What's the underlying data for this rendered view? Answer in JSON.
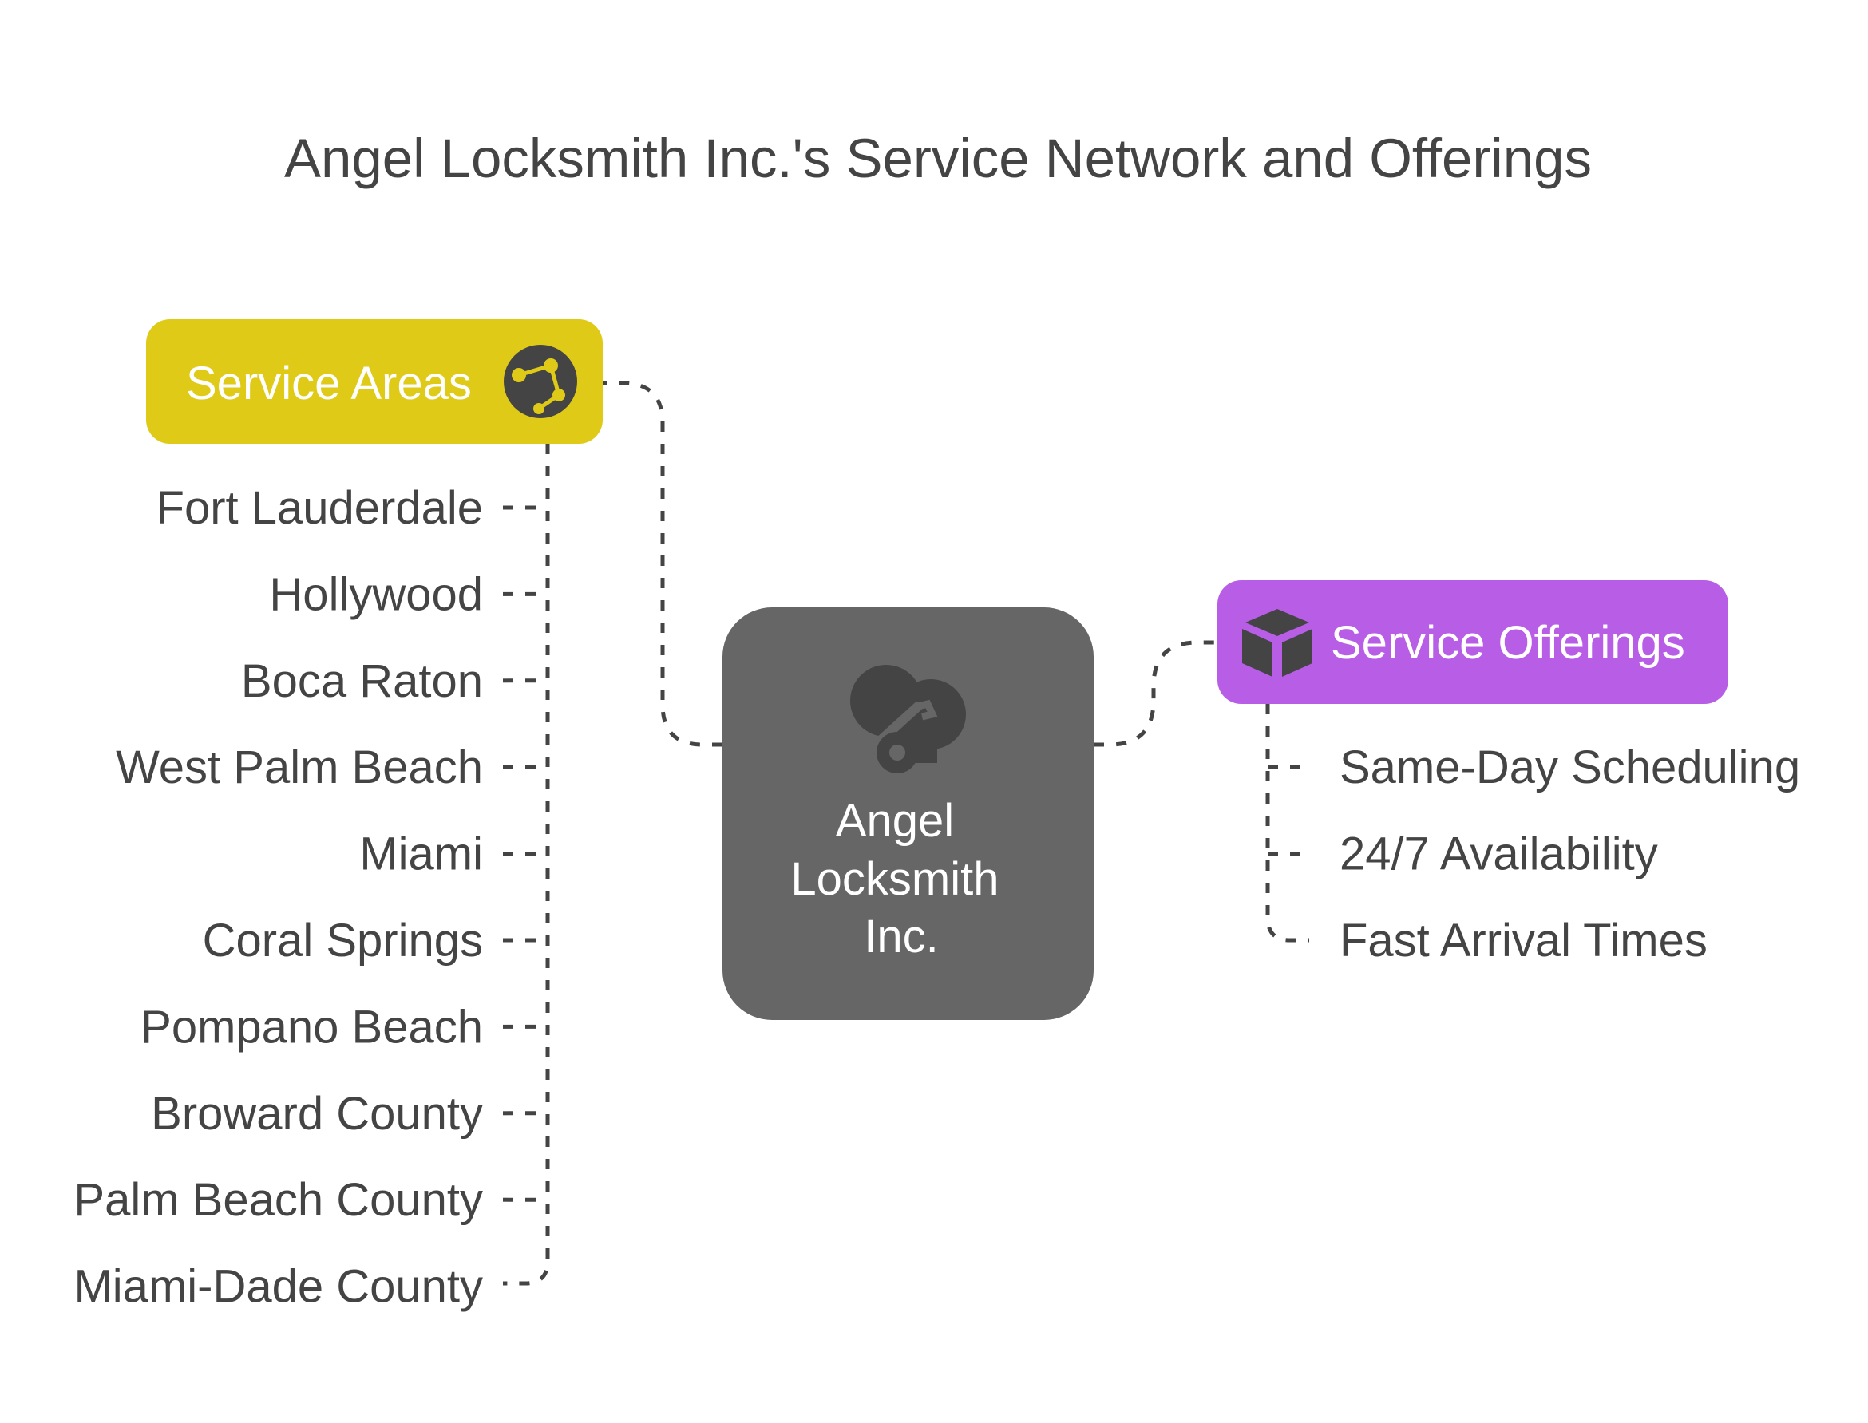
{
  "title": "Angel Locksmith Inc.'s Service Network and Offerings",
  "center": {
    "lines": [
      "Angel",
      "Locksmith",
      "Inc."
    ],
    "color": "#666666",
    "icon": "key-icon"
  },
  "service_areas": {
    "label": "Service Areas",
    "color": "#dfca18",
    "icon": "network-globe-icon",
    "items": [
      "Fort Lauderdale",
      "Hollywood",
      "Boca Raton",
      "West Palm Beach",
      "Miami",
      "Coral Springs",
      "Pompano Beach",
      "Broward County",
      "Palm Beach County",
      "Miami-Dade County"
    ]
  },
  "service_offerings": {
    "label": "Service Offerings",
    "color": "#b85ee6",
    "icon": "box-icon",
    "items": [
      "Same-Day Scheduling",
      "24/7 Availability",
      "Fast Arrival Times"
    ]
  }
}
